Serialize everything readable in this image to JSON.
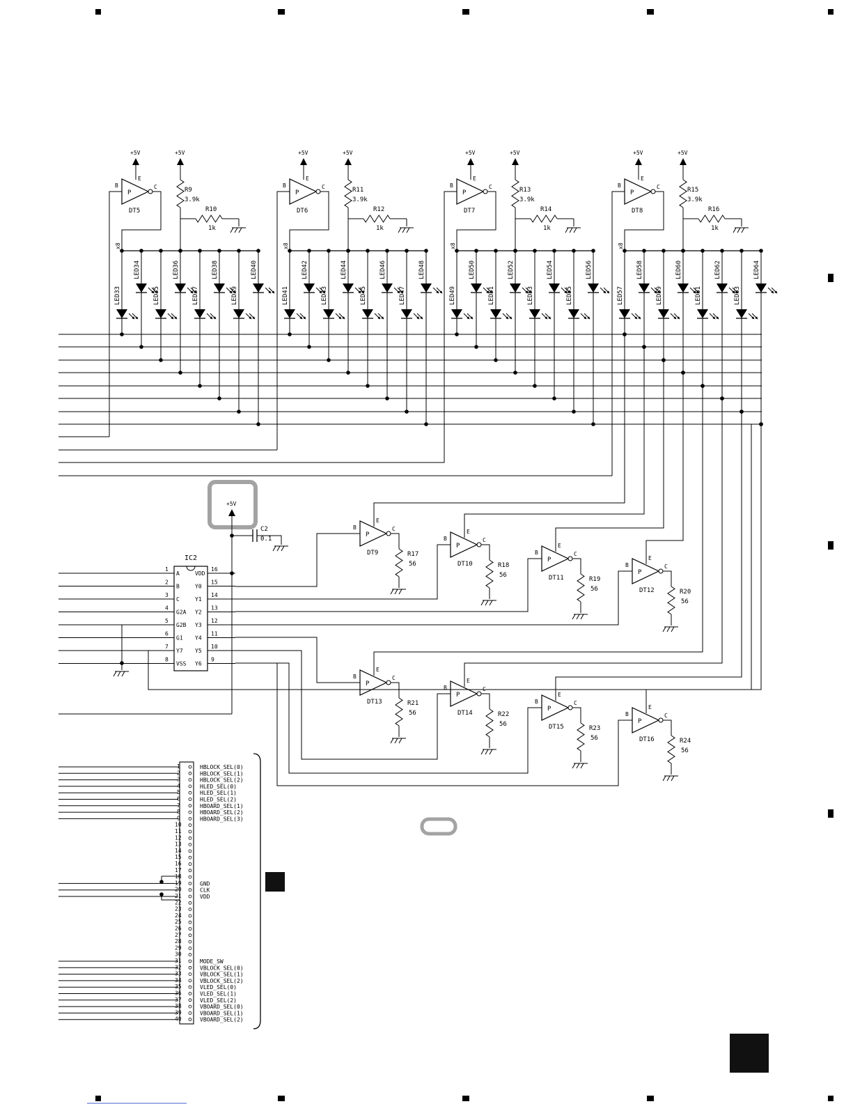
{
  "supply_label": "+5V",
  "transistor_pins": {
    "base": "B",
    "emitter": "E",
    "collector": "C",
    "type": "P"
  },
  "x8_label": "x8",
  "led_groups": [
    {
      "transistor": "DT5",
      "r_pull": "R9",
      "r_pull_value": "3.9k",
      "r_series": "R10",
      "r_series_value": "1k",
      "leds": [
        "LED33",
        "LED34",
        "LED35",
        "LED36",
        "LED37",
        "LED38",
        "LED39",
        "LED40"
      ]
    },
    {
      "transistor": "DT6",
      "r_pull": "R11",
      "r_pull_value": "3.9k",
      "r_series": "R12",
      "r_series_value": "1k",
      "leds": [
        "LED41",
        "LED42",
        "LED43",
        "LED44",
        "LED45",
        "LED46",
        "LED47",
        "LED48"
      ]
    },
    {
      "transistor": "DT7",
      "r_pull": "R13",
      "r_pull_value": "3.9k",
      "r_series": "R14",
      "r_series_value": "1k",
      "leds": [
        "LED49",
        "LED50",
        "LED51",
        "LED52",
        "LED53",
        "LED54",
        "LED55",
        "LED56"
      ]
    },
    {
      "transistor": "DT8",
      "r_pull": "R15",
      "r_pull_value": "3.9k",
      "r_series": "R16",
      "r_series_value": "1k",
      "leds": [
        "LED57",
        "LED58",
        "LED59",
        "LED60",
        "LED61",
        "LED62",
        "LED63",
        "LED64"
      ]
    }
  ],
  "drivers": [
    {
      "transistor": "DT9",
      "resistor": "R17",
      "value": "56"
    },
    {
      "transistor": "DT10",
      "resistor": "R18",
      "value": "56"
    },
    {
      "transistor": "DT11",
      "resistor": "R19",
      "value": "56"
    },
    {
      "transistor": "DT12",
      "resistor": "R20",
      "value": "56"
    },
    {
      "transistor": "DT13",
      "resistor": "R21",
      "value": "56"
    },
    {
      "transistor": "DT14",
      "resistor": "R22",
      "value": "56"
    },
    {
      "transistor": "DT15",
      "resistor": "R23",
      "value": "56"
    },
    {
      "transistor": "DT16",
      "resistor": "R24",
      "value": "56"
    }
  ],
  "capacitor": {
    "name": "C2",
    "value": "0.1"
  },
  "ic": {
    "name": "IC2",
    "left_pins": [
      {
        "num": "1",
        "name": "A"
      },
      {
        "num": "2",
        "name": "B"
      },
      {
        "num": "3",
        "name": "C"
      },
      {
        "num": "4",
        "name": "G2A"
      },
      {
        "num": "5",
        "name": "G2B"
      },
      {
        "num": "6",
        "name": "G1"
      },
      {
        "num": "7",
        "name": "Y7"
      },
      {
        "num": "8",
        "name": "VSS"
      }
    ],
    "right_pins": [
      {
        "num": "16",
        "name": "VDD"
      },
      {
        "num": "15",
        "name": "Y0"
      },
      {
        "num": "14",
        "name": "Y1"
      },
      {
        "num": "13",
        "name": "Y2"
      },
      {
        "num": "12",
        "name": "Y3"
      },
      {
        "num": "11",
        "name": "Y4"
      },
      {
        "num": "10",
        "name": "Y5"
      },
      {
        "num": "9",
        "name": "Y6"
      }
    ]
  },
  "connector": {
    "pins": [
      "1",
      "2",
      "3",
      "4",
      "5",
      "6",
      "7",
      "8",
      "9",
      "10",
      "11",
      "12",
      "13",
      "14",
      "15",
      "16",
      "17",
      "18",
      "19",
      "20",
      "21",
      "22",
      "23",
      "24",
      "25",
      "26",
      "27",
      "28",
      "29",
      "30",
      "31",
      "32",
      "33",
      "34",
      "35",
      "36",
      "37",
      "38",
      "39",
      "40"
    ],
    "signals": [
      {
        "pin": 1,
        "name": "HBLOCK_SEL(0)"
      },
      {
        "pin": 2,
        "name": "HBLOCK_SEL(1)"
      },
      {
        "pin": 3,
        "name": "HBLOCK_SEL(2)"
      },
      {
        "pin": 4,
        "name": "HLED_SEL(0)"
      },
      {
        "pin": 5,
        "name": "HLED_SEL(1)"
      },
      {
        "pin": 6,
        "name": "HLED_SEL(2)"
      },
      {
        "pin": 7,
        "name": "HBOARD_SEL(1)"
      },
      {
        "pin": 8,
        "name": "HBOARD_SEL(2)"
      },
      {
        "pin": 9,
        "name": "HBOARD_SEL(3)"
      },
      {
        "pin": 19,
        "name": "GND"
      },
      {
        "pin": 20,
        "name": "CLK"
      },
      {
        "pin": 21,
        "name": "VDD"
      },
      {
        "pin": 31,
        "name": "MODE_SW"
      },
      {
        "pin": 32,
        "name": "VBLOCK_SEL(0)"
      },
      {
        "pin": 33,
        "name": "VBLOCK_SEL(1)"
      },
      {
        "pin": 34,
        "name": "VBLOCK_SEL(2)"
      },
      {
        "pin": 35,
        "name": "VLED_SEL(0)"
      },
      {
        "pin": 36,
        "name": "VLED_SEL(1)"
      },
      {
        "pin": 37,
        "name": "VLED_SEL(2)"
      },
      {
        "pin": 38,
        "name": "VBOARD_SEL(0)"
      },
      {
        "pin": 39,
        "name": "VBOARD_SEL(1)"
      },
      {
        "pin": 40,
        "name": "VBOARD_SEL(2)"
      }
    ]
  }
}
